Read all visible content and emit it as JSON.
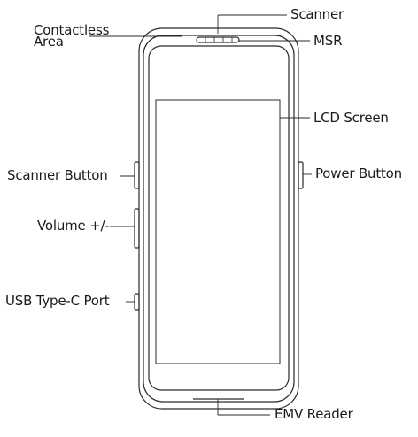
{
  "labels": {
    "scanner": "Scanner",
    "contactless_area_line1": "Contactless",
    "contactless_area_line2": "Area",
    "msr": "MSR",
    "lcd_screen": "LCD Screen",
    "scanner_button": "Scanner Button",
    "power_button": "Power Button",
    "volume": "Volume +/-",
    "usb_port": "USB Type-C Port",
    "emv_reader": "EMV Reader"
  },
  "colors": {
    "outline": "#2a2a2a",
    "text": "#1a1a1a",
    "background": "#ffffff"
  }
}
